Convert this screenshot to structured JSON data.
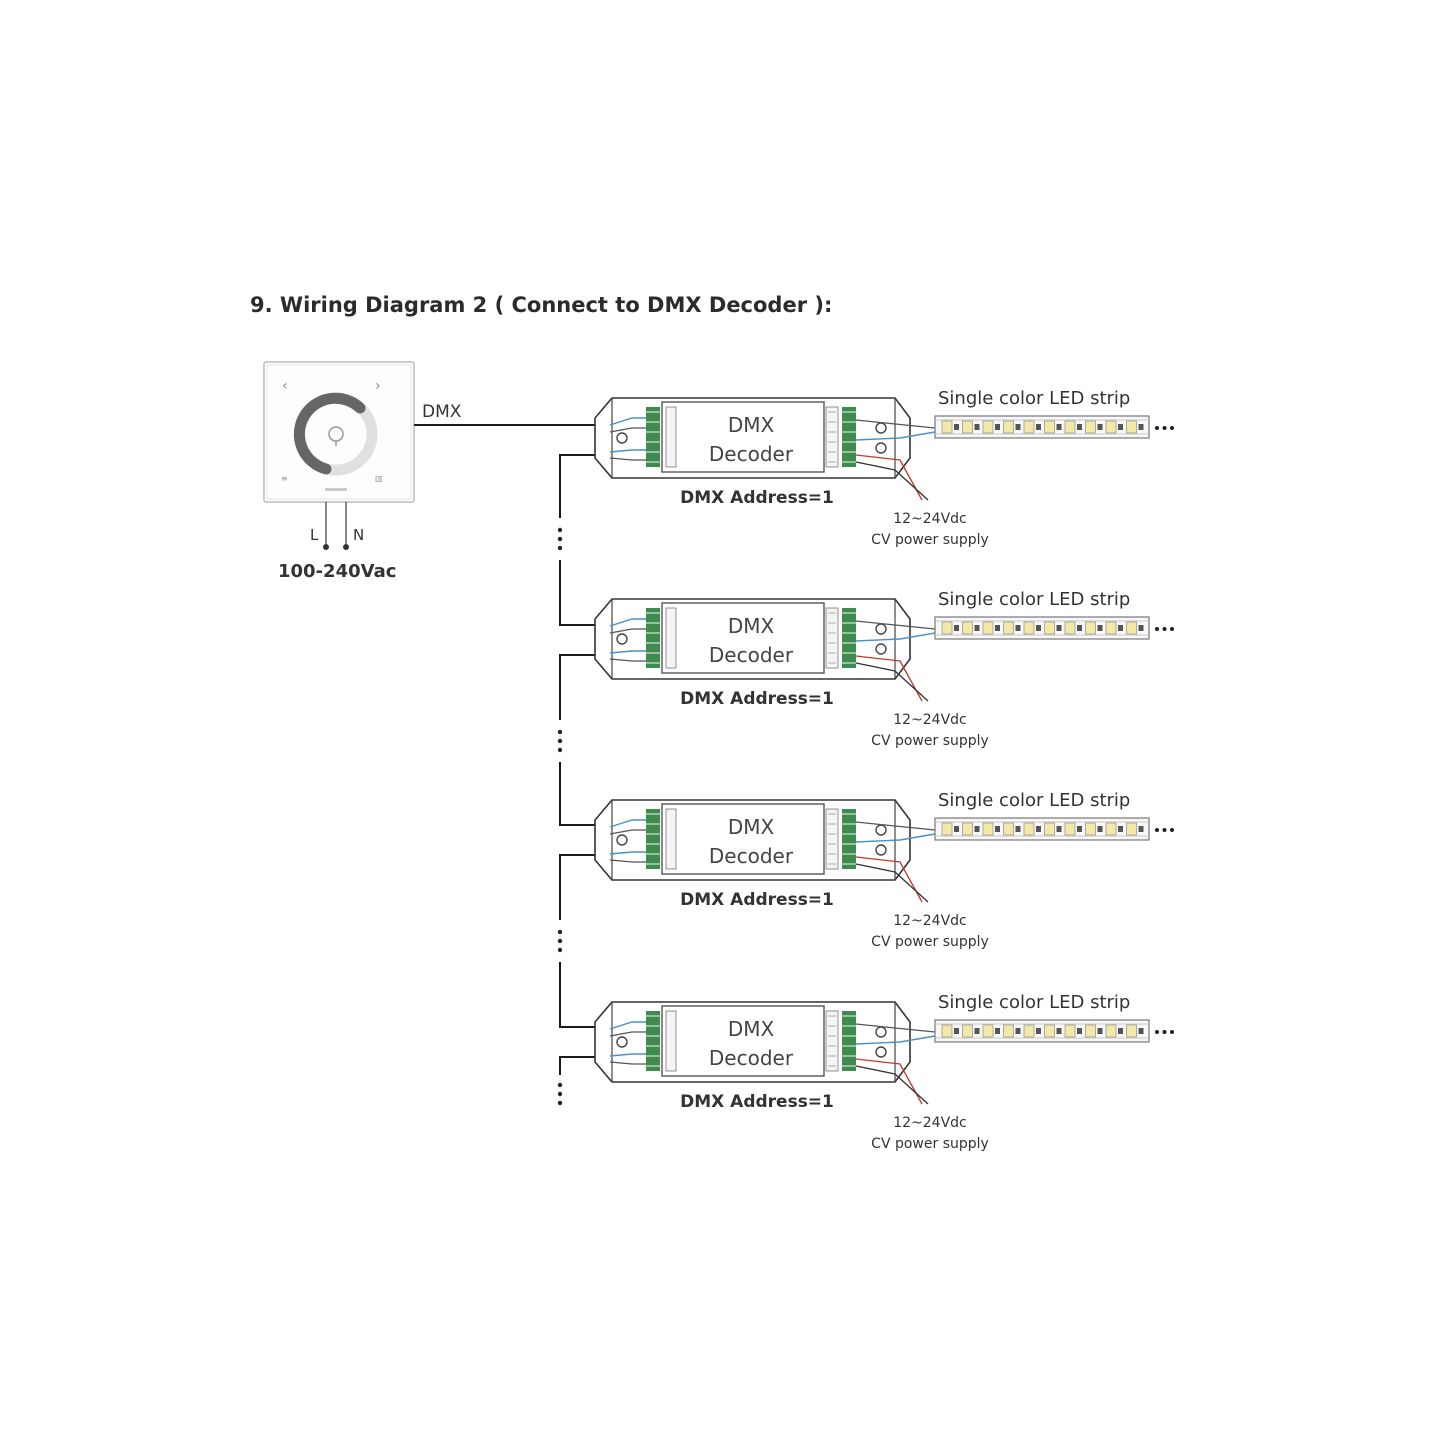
{
  "title": "9. Wiring Diagram 2 ( Connect to DMX Decoder ):",
  "controller": {
    "dmx_label": "DMX",
    "line_label": "L",
    "neutral_label": "N",
    "input_voltage": "100-240Vac"
  },
  "decoders": [
    {
      "name_line1": "DMX",
      "name_line2": "Decoder",
      "address": "DMX Address=1",
      "strip_label": "Single color LED strip",
      "ps_line1": "12~24Vdc",
      "ps_line2": "CV power supply"
    },
    {
      "name_line1": "DMX",
      "name_line2": "Decoder",
      "address": "DMX Address=1",
      "strip_label": "Single color LED strip",
      "ps_line1": "12~24Vdc",
      "ps_line2": "CV power supply"
    },
    {
      "name_line1": "DMX",
      "name_line2": "Decoder",
      "address": "DMX Address=1",
      "strip_label": "Single color LED strip",
      "ps_line1": "12~24Vdc",
      "ps_line2": "CV power supply"
    },
    {
      "name_line1": "DMX",
      "name_line2": "Decoder",
      "address": "DMX Address=1",
      "strip_label": "Single color LED strip",
      "ps_line1": "12~24Vdc",
      "ps_line2": "CV power supply"
    }
  ],
  "colors": {
    "terminal_green": "#3f8a4e",
    "wire_blue": "#4a90c8",
    "wire_red": "#c0392b",
    "led_yellow": "#f3e9a6"
  }
}
